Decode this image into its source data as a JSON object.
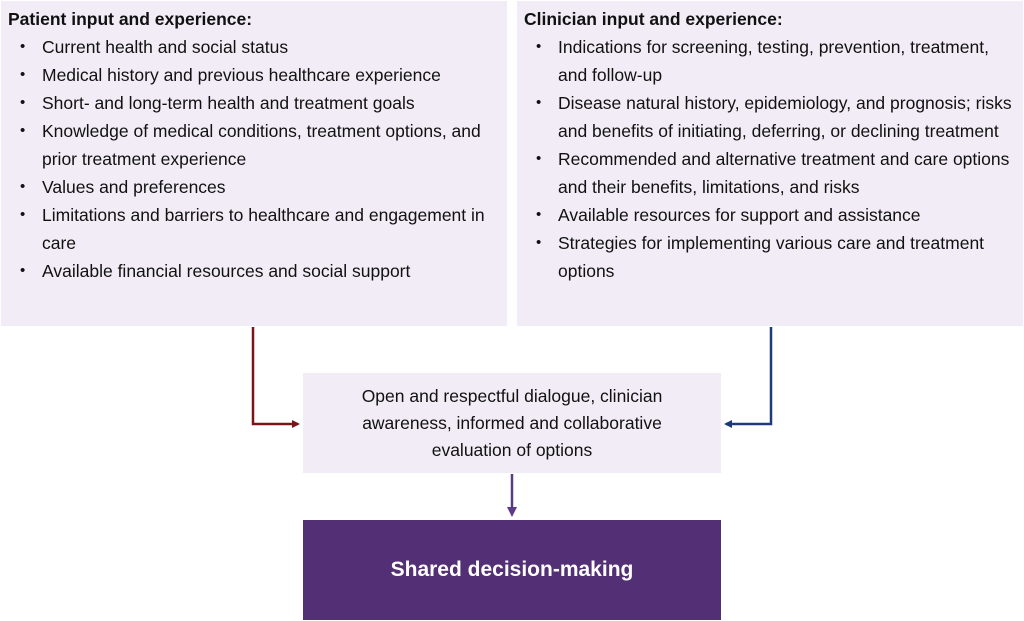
{
  "patient": {
    "title": "Patient input and experience:",
    "items": [
      "Current health and social status",
      "Medical history and previous healthcare experience",
      "Short- and long-term health and treatment goals",
      "Knowledge of medical conditions, treatment options, and prior treatment experience",
      "Values and preferences",
      "Limitations and barriers to healthcare and engagement in care",
      "Available financial resources and social support"
    ]
  },
  "clinician": {
    "title": "Clinician input and experience:",
    "items": [
      "Indications for screening, testing, prevention, treatment, and follow-up",
      "Disease natural history, epidemiology, and prognosis; risks and benefits of initiating, deferring, or declining treatment",
      "Recommended and alternative treatment and care options and their benefits, limitations, and risks",
      "Available resources for support and assistance",
      "Strategies for implementing various care and treatment options"
    ]
  },
  "dialogue": {
    "text": "Open and respectful dialogue, clinician awareness, informed and collaborative evaluation of options"
  },
  "outcome": {
    "text": "Shared decision-making"
  },
  "colors": {
    "panel_bg": "#f1ecf6",
    "patient_arrow": "#7a1416",
    "clinician_arrow": "#1f3a78",
    "outcome_arrow": "#5b3a86",
    "outcome_bg": "#532f75"
  }
}
